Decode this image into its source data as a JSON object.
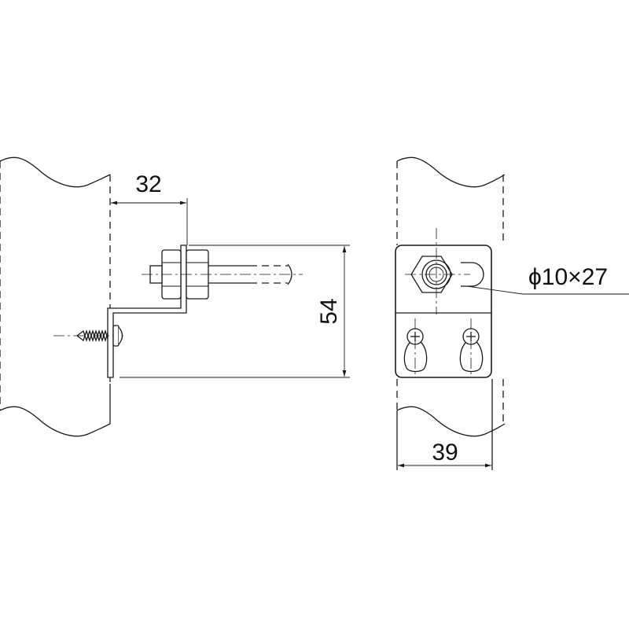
{
  "dimensions": {
    "side_offset": "32",
    "height": "54",
    "bolt_spec": "ϕ10×27",
    "plate_width": "39"
  }
}
